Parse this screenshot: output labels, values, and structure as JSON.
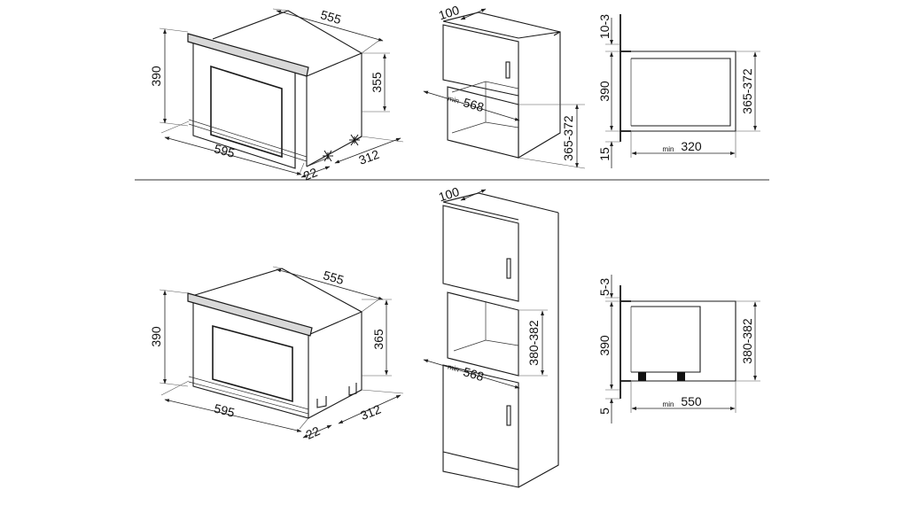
{
  "colors": {
    "line": "#1a1a1a",
    "background": "#ffffff",
    "foot": "#111111"
  },
  "top_row": {
    "oven": {
      "width": "595",
      "depth": "555",
      "height": "390",
      "body_height": "355",
      "cabinet_depth": "312",
      "door": "22"
    },
    "cabinet": {
      "top_offset": "100",
      "min_label": "min",
      "niche_width": "568",
      "niche_height": "365-372"
    },
    "section": {
      "gap_top": "10-3",
      "height": "390",
      "gap_bottom": "15",
      "niche_height": "365-372",
      "min_label": "min",
      "depth": "320"
    }
  },
  "bottom_row": {
    "oven": {
      "width": "595",
      "depth": "555",
      "height": "390",
      "body_height": "365",
      "cabinet_depth": "312",
      "door": "22"
    },
    "cabinet": {
      "top_offset": "100",
      "min_label": "min",
      "niche_width": "568",
      "niche_height": "380-382"
    },
    "section": {
      "gap_top": "5-3",
      "height": "390",
      "gap_bottom": "5",
      "niche_height": "380-382",
      "min_label": "min",
      "depth": "550"
    }
  }
}
